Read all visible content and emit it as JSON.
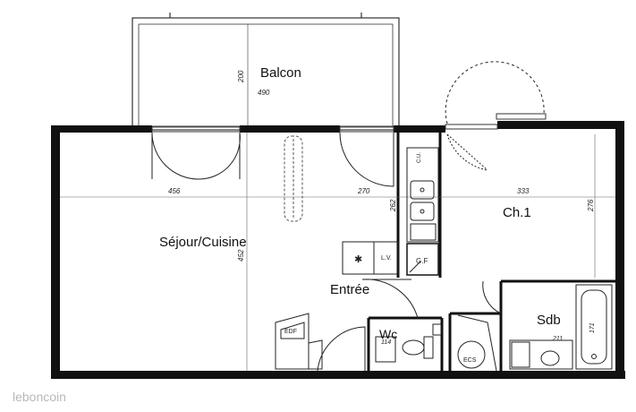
{
  "rooms": {
    "balcon": "Balcon",
    "sejour": "Séjour/Cuisine",
    "ch1": "Ch.1",
    "entree": "Entrée",
    "wc": "Wc",
    "sdb": "Sdb"
  },
  "dimensions": {
    "balcon_depth": "200",
    "balcon_width": "490",
    "sejour_width": "456",
    "sejour_depth": "452",
    "kitchen_width": "270",
    "kitchen_depth": "262",
    "ch1_width": "333",
    "ch1_depth": "276",
    "wc_width": "114",
    "sdb_width": "211",
    "bath_length": "171"
  },
  "fixtures": {
    "edf": "EDF",
    "lv": "L.V.",
    "gf": "G.F",
    "ecs": "ECS",
    "cu": "C.U.",
    "star": "✱"
  },
  "watermark": "leboncoin",
  "colors": {
    "wall": "#111111",
    "line": "#333333",
    "watermark": "#b8b8b8"
  }
}
